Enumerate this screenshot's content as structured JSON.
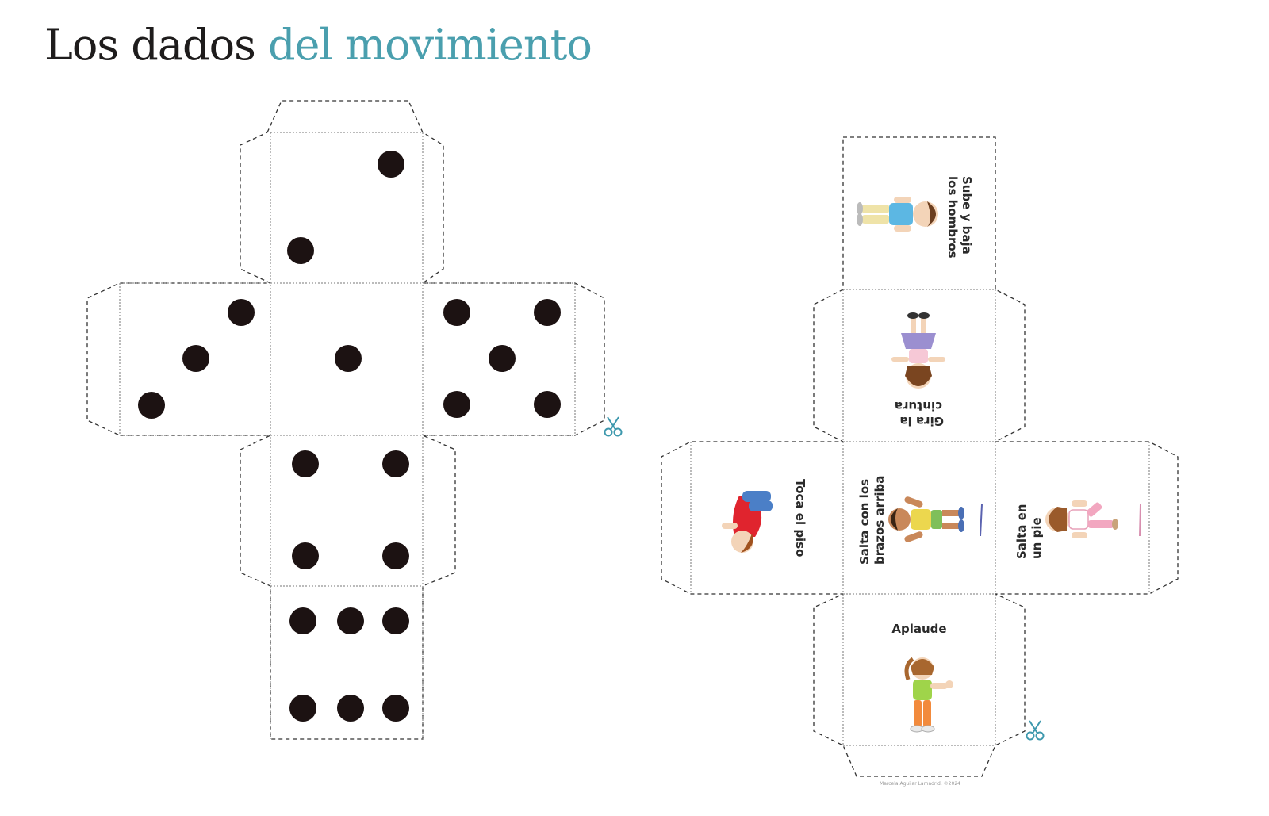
{
  "title": {
    "part1": "Los dados",
    "part2": "del movimiento"
  },
  "colors": {
    "title_dark": "#1e1c1c",
    "title_accent": "#4a9fae",
    "pip": "#1c1212",
    "scissors": "#3d98ad"
  },
  "number_die": {
    "faces": [
      2,
      3,
      1,
      5,
      4,
      6
    ]
  },
  "action_die": {
    "faces": [
      {
        "line1": "Sube y baja",
        "line2": "los hombros",
        "figure": "boy-blue-shirt"
      },
      {
        "line1": "Gira la",
        "line2": "cintura",
        "figure": "girl-purple-skirt"
      },
      {
        "line1": "Toca el piso",
        "line2": "",
        "figure": "boy-red-shirt"
      },
      {
        "line1": "Salta con los",
        "line2": "brazos arriba",
        "figure": "boy-yellow-shirt"
      },
      {
        "line1": "Salta en",
        "line2": "un pie",
        "figure": "girl-pink-shirt"
      },
      {
        "line1": "Aplaude",
        "line2": "",
        "figure": "girl-green-shirt"
      }
    ]
  },
  "icons": [
    "scissors-icon",
    "scissors-icon"
  ],
  "credit": "Marcela Aguilar Lamadrid. ©2024"
}
